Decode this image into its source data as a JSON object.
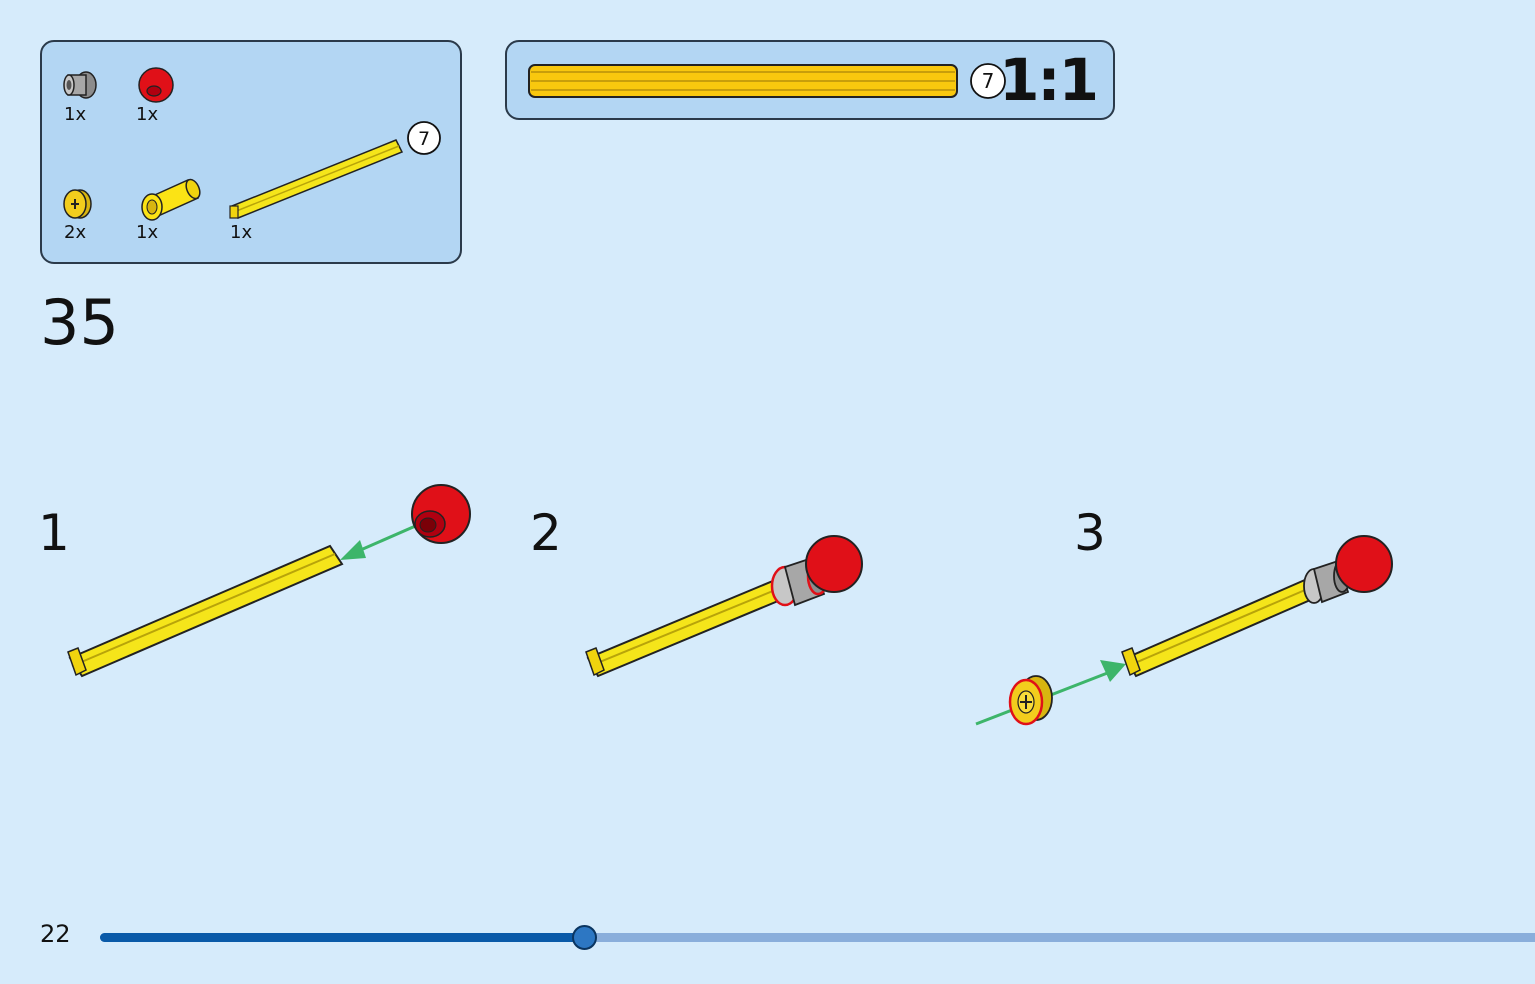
{
  "parts_list": {
    "items": [
      {
        "name": "bush",
        "qty": "1x",
        "color": "#8c8c8c"
      },
      {
        "name": "ball-joint",
        "qty": "1x",
        "color": "#e01018"
      },
      {
        "name": "half-bush",
        "qty": "2x",
        "color": "#f2cd1d"
      },
      {
        "name": "axle-connector",
        "qty": "1x",
        "color": "#fbe315"
      },
      {
        "name": "axle-7",
        "qty": "1x",
        "color": "#f5e51a",
        "length_label": "7"
      }
    ]
  },
  "scale_ruler": {
    "length_label": "7",
    "scale_text": "1:1"
  },
  "step": {
    "number": "35",
    "substeps": [
      "1",
      "2",
      "3"
    ]
  },
  "footer": {
    "page_number": "22",
    "progress_fraction": 0.337
  },
  "colors": {
    "background": "#d6ebfb",
    "box_fill": "#b3d6f3",
    "axle_yellow": "#f5e51a",
    "ball_red": "#e01018",
    "arrow_green": "#3db56a",
    "progress_dark": "#0a5aa8",
    "progress_light": "#8aaedb"
  }
}
